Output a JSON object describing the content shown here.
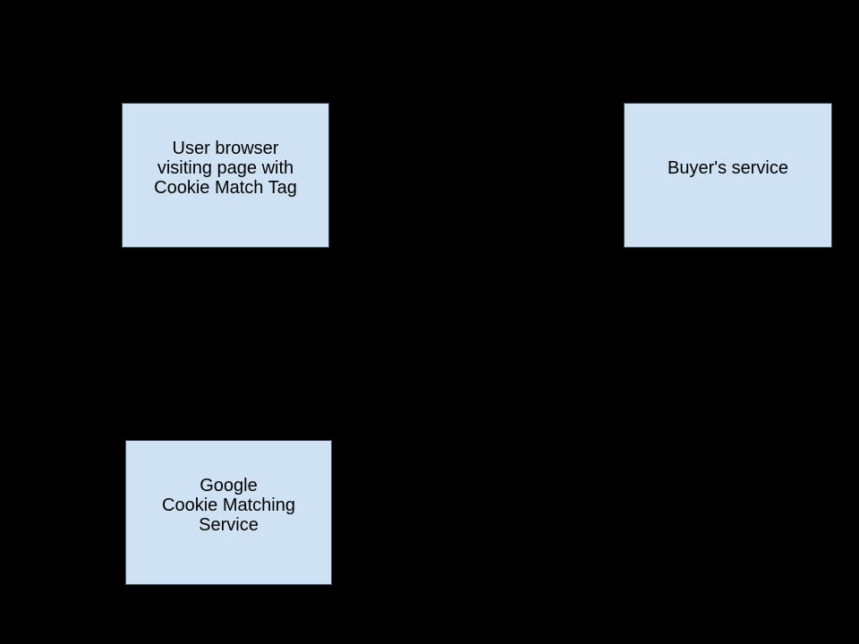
{
  "diagram": {
    "description": "Cookie matching flow diagram on black background",
    "colors": {
      "canvas_background": "#000000",
      "node_fill": "#cfe2f3",
      "node_border": "#4a5764",
      "node_text": "#000000"
    },
    "nodes": [
      {
        "id": "user-browser",
        "label": "User browser\nvisiting page with\nCookie Match Tag"
      },
      {
        "id": "buyers-service",
        "label": "Buyer's service"
      },
      {
        "id": "google-cookie-matching",
        "label": "Google\nCookie Matching\nService"
      }
    ]
  }
}
